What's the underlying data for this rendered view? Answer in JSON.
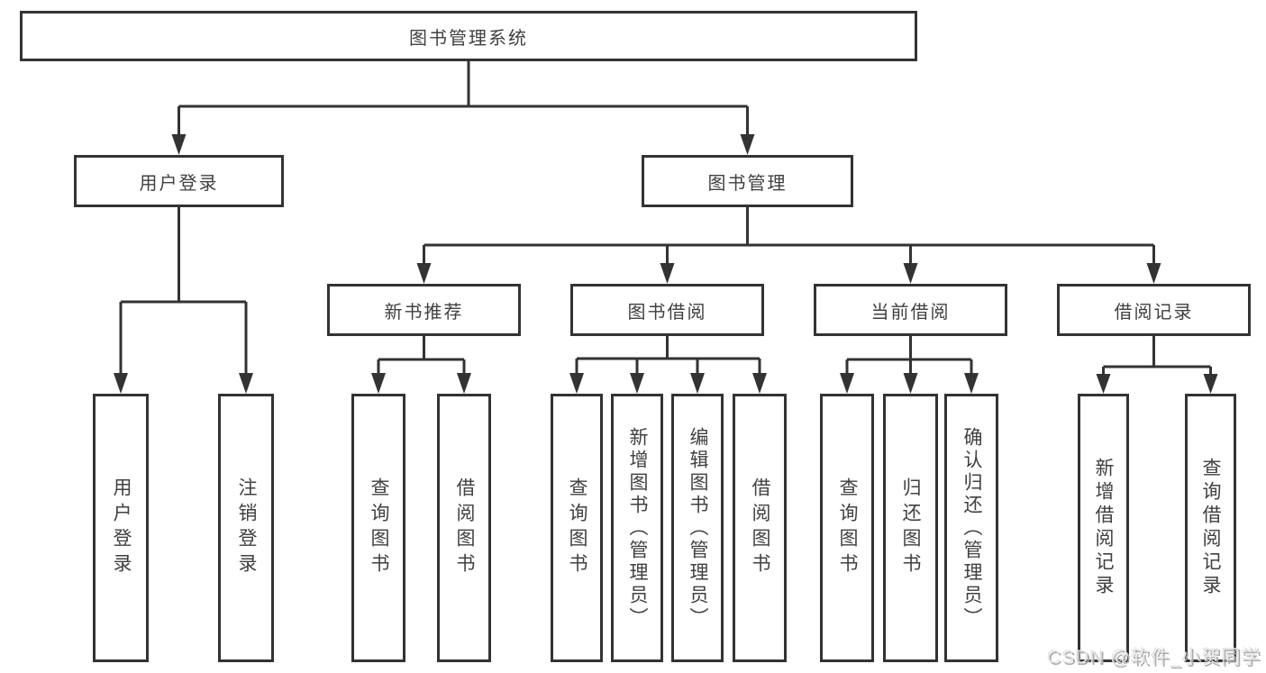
{
  "tree": {
    "label": "图书管理系统",
    "children": [
      {
        "label": "用户登录",
        "children": [
          {
            "label": "用户登录"
          },
          {
            "label": "注销登录"
          }
        ]
      },
      {
        "label": "图书管理",
        "children": [
          {
            "label": "新书推荐",
            "children": [
              {
                "label": "查询图书"
              },
              {
                "label": "借阅图书"
              }
            ]
          },
          {
            "label": "图书借阅",
            "children": [
              {
                "label": "查询图书"
              },
              {
                "label": "新增图书（管理员）"
              },
              {
                "label": "编辑图书（管理员）"
              },
              {
                "label": "借阅图书"
              }
            ]
          },
          {
            "label": "当前借阅",
            "children": [
              {
                "label": "查询图书"
              },
              {
                "label": "归还图书"
              },
              {
                "label": "确认归还（管理员）"
              }
            ]
          },
          {
            "label": "借阅记录",
            "children": [
              {
                "label": "新增借阅记录"
              },
              {
                "label": "查询借阅记录"
              }
            ]
          }
        ]
      }
    ]
  },
  "watermark": {
    "text": "CSDN @软件_小贺同学"
  },
  "colors": {
    "line": "#333333",
    "text": "#404040",
    "background": "#ffffff",
    "watermark_text": "#e4e4e4"
  }
}
